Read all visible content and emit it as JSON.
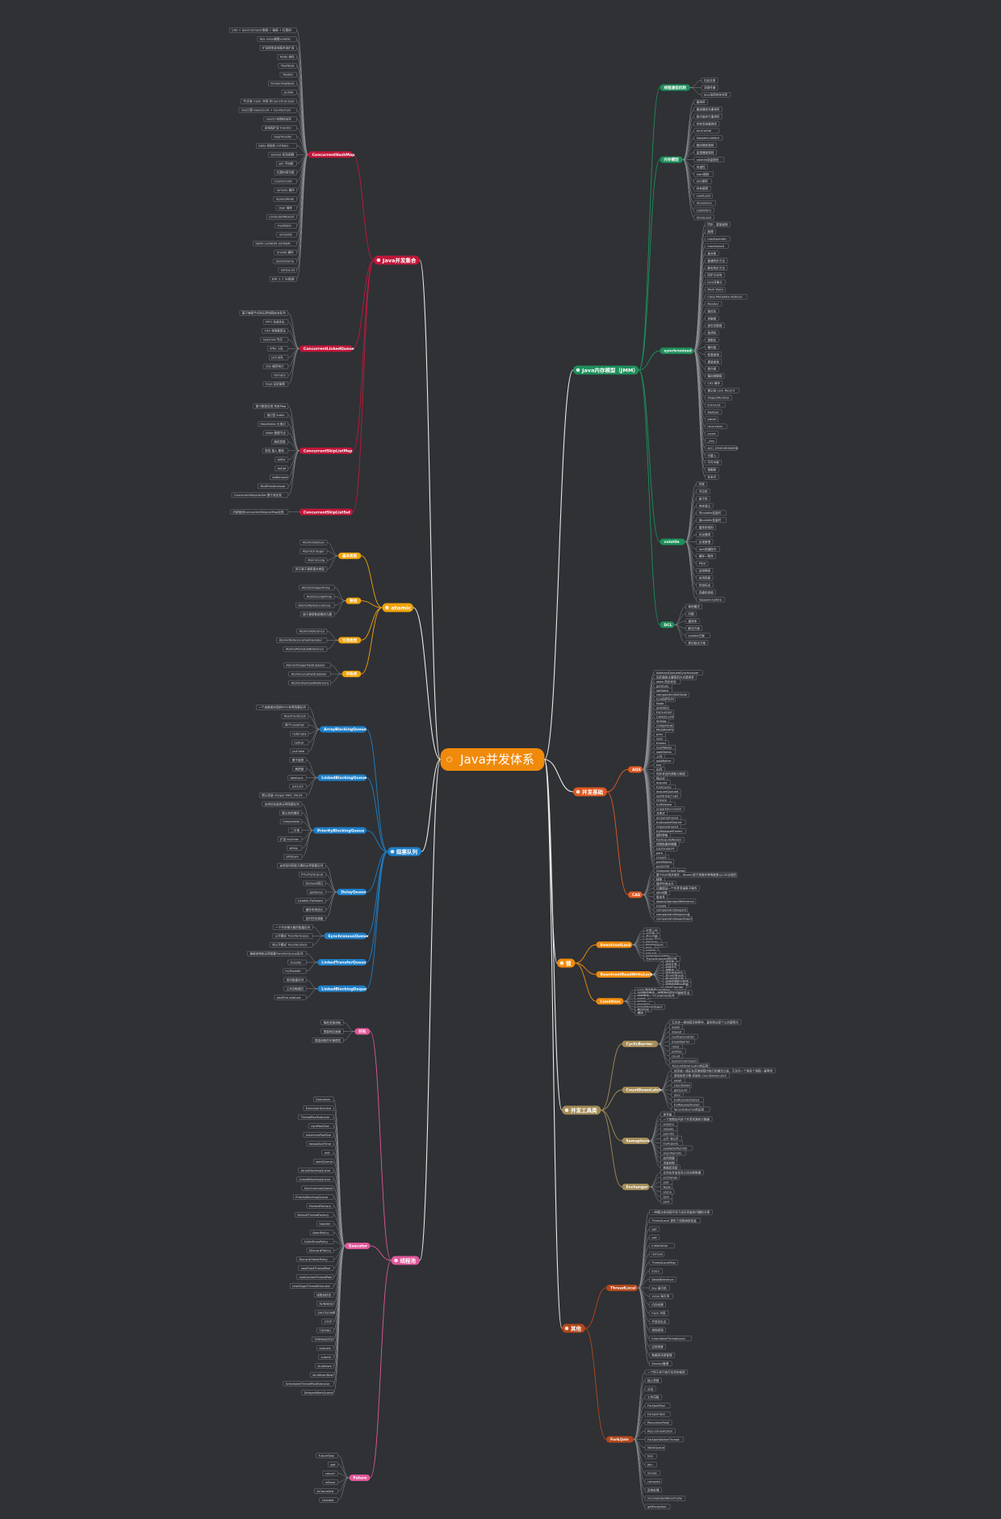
{
  "center": {
    "label": "Java并发体系",
    "color": "#f08a0b"
  },
  "branches": [
    {
      "id": "b1",
      "label": "Java并发集合",
      "side": "left",
      "color": "#c2173b",
      "subs": [
        {
          "label": "ConcurrentHashMap",
          "leaves": [
            "CAS + Synchronized 数组 + 链表 + 红黑树",
            "Key value都是volatile",
            "扩容使用多线程并发扩容",
            "Node 树化",
            "TreeNode",
            "TreeBin",
            "ForwardingNode",
            "putVal",
            "节点有 hash 冲突 则 synchronized",
            "size计算 baseCount + CounterCell",
            "sizeCtl 控制标志符",
            "多线程扩容 transfer",
            "helpTransfer",
            "table 初始化 initTable",
            "spread 扰动函数",
            "get 不加锁",
            "红黑树读写锁",
            "counterCells",
            "remove 操作",
            "replaceNode",
            "clear 操作",
            "computeIfAbsent",
            "treeifyBin",
            "untreeify",
            "tabAt casTabAt setTabAt",
            "Unsafe 操作",
            "resizeStamp",
            "addCount",
            "JDK 1.7 分段锁"
          ]
        },
        {
          "label": "ConcurrentLinkedQueue",
          "leaves": [
            "基于链接节点的无界线程安全队列",
            "FIFO 先进先出",
            "CAS 非阻塞算法",
            "head tail 节点",
            "offer 入队",
            "poll 出队",
            "size 遍历统计",
            "isEmpty",
            "hops 延迟更新"
          ]
        },
        {
          "label": "ConcurrentSkipListMap",
          "leaves": [
            "基于跳表实现 有序Map",
            "索引层 Index",
            "HeadIndex 头索引",
            "Node 数据节点",
            "随机层数",
            "查找 插入 删除",
            "doPut",
            "doGet",
            "doRemove",
            "findPredecessor",
            "ConcurrentSkipListSet 基于其实现"
          ]
        },
        {
          "label": "ConcurrentSkipListSet",
          "leaves": [
            "内部使用ConcurrentSkipListMap实现"
          ]
        }
      ]
    },
    {
      "id": "b2",
      "label": "atomic",
      "side": "left",
      "color": "#f0a30a",
      "subs": [
        {
          "label": "基本类型",
          "leaves": [
            "AtomicBoolean",
            "AtomicInteger",
            "AtomicLong",
            "用于原子更新基本类型"
          ]
        },
        {
          "label": "数组",
          "leaves": [
            "AtomicIntegerArray",
            "AtomicLongArray",
            "AtomicReferenceArray",
            "原子更新数组里的元素"
          ]
        },
        {
          "label": "引用类型",
          "leaves": [
            "AtomicReference",
            "AtomicReferenceFieldUpdater",
            "AtomicMarkableReference"
          ]
        },
        {
          "label": "字段类",
          "leaves": [
            "AtomicIntegerFieldUpdater",
            "AtomicLongFieldUpdater",
            "AtomicStampedReference"
          ]
        }
      ]
    },
    {
      "id": "b3",
      "label": "阻塞队列",
      "side": "left",
      "color": "#1f7fc8",
      "subs": [
        {
          "label": "ArrayBlockingQueue",
          "leaves": [
            "一个由数组实现的FIFO有界阻塞队列",
            "ReentrantLock",
            "两个Condition",
            "notEmpty",
            "notFull",
            "put take"
          ]
        },
        {
          "label": "LinkedBlockingQueue",
          "leaves": [
            "基于链表",
            "两把锁",
            "takeLock",
            "putLock",
            "默认容量 Integer.MAX_VALUE"
          ]
        },
        {
          "label": "PriorityBlockingQueue",
          "leaves": [
            "支持优先级的无界阻塞队列",
            "默认自然顺序",
            "Comparator",
            "二叉堆",
            "扩容 tryGrow",
            "siftUp",
            "siftDown"
          ]
        },
        {
          "label": "DelayQueue",
          "leaves": [
            "支持延时获取元素的无界阻塞队列",
            "PriorityQueue",
            "Delayed接口",
            "getDelay",
            "Leader-Follower",
            "缓存系统设计",
            "定时任务调度"
          ]
        },
        {
          "label": "SynchronousQueue",
          "leaves": [
            "一个不存储元素的阻塞队列",
            "公平模式 TransferQueue",
            "非公平模式 TransferStack"
          ]
        },
        {
          "label": "LinkedTransferQueue",
          "leaves": [
            "链表结构的无界阻塞TransferQueue队列",
            "transfer",
            "tryTransfer"
          ]
        },
        {
          "label": "LinkedBlockingDeque",
          "leaves": [
            "双向阻塞队列",
            "工作窃取模式",
            "addFirst addLast"
          ]
        }
      ]
    },
    {
      "id": "b4",
      "label": "线程池",
      "side": "left",
      "color": "#e0589a",
      "subs": [
        {
          "label": "好处",
          "leaves": [
            "降低资源消耗",
            "提高响应速度",
            "提高线程的可管理性"
          ]
        },
        {
          "label": "Executor",
          "leaves": [
            "Executors",
            "ExecutorService",
            "ThreadPoolExecutor",
            "corePoolSize",
            "maximumPoolSize",
            "keepAliveTime",
            "unit",
            "workQueue",
            "ArrayBlockingQueue",
            "LinkedBlockingQueue",
            "SynchronousQueue",
            "PriorityBlockingQueue",
            "threadFactory",
            "DefaultThreadFactory",
            "handler",
            "AbortPolicy",
            "CallerRunsPolicy",
            "DiscardPolicy",
            "DiscardOldestPolicy",
            "newFixedThreadPool",
            "newCachedThreadPool",
            "newSingleThreadExecutor",
            "线程池状态",
            "RUNNING",
            "SHUTDOWN",
            "STOP",
            "TIDYING",
            "TERMINATED",
            "execute",
            "submit",
            "shutdown",
            "shutdownNow",
            "ScheduledThreadPoolExecutor",
            "DelayedWorkQueue"
          ]
        },
        {
          "label": "Future",
          "leaves": [
            "FutureTask",
            "get",
            "cancel",
            "isDone",
            "isCancelled",
            "Callable"
          ]
        }
      ]
    },
    {
      "id": "b5",
      "label": "Java内存模型（JMM）",
      "side": "right",
      "color": "#1e8f5a",
      "subs": [
        {
          "label": "线程通信机制",
          "leaves": [
            "内存共享",
            "消息传递",
            "Java采用内存共享"
          ]
        },
        {
          "label": "内存模型",
          "leaves": [
            "重排序",
            "编译器优化重排序",
            "指令级并行重排序",
            "内存系统重排序",
            "as-if-serial",
            "happens-before",
            "程序顺序规则",
            "监视器锁规则",
            "volatile变量规则",
            "传递性",
            "start规则",
            "join规则",
            "内存屏障",
            "LoadLoad",
            "StoreStore",
            "LoadStore",
            "StoreLoad"
          ]
        },
        {
          "label": "synchronized",
          "leaves": [
            "同步、重量级锁",
            "原理",
            "monitorenter",
            "monitorexit",
            "锁对象",
            "普通同步方法",
            "静态同步方法",
            "同步方法块",
            "Java对象头",
            "Mark Word",
            "Class Metadata Address",
            "Monitor",
            "锁优化",
            "自旋锁",
            "适应自旋锁",
            "锁消除",
            "锁粗化",
            "偏向锁",
            "轻量级锁",
            "重量级锁",
            "锁升级",
            "偏向锁撤销",
            "CAS 操作",
            "锁记录 Lock Record",
            "ObjectMonitor",
            "EntryList",
            "WaitSet",
            "owner",
            "recursions",
            "count",
            "_cxq",
            "ACC_SYNCHRONIZED",
            "可重入",
            "不可中断",
            "锁膨胀",
            "安全点"
          ]
        },
        {
          "label": "volatile",
          "leaves": [
            "特性",
            "可见性",
            "原子性",
            "内存语义",
            "写volatile变量时",
            "读volatile变量时",
            "重排序规则",
            "内存屏障",
            "实现原理",
            "lock前缀指令",
            "缓存一致性",
            "MESI",
            "总线嗅探",
            "应用场景",
            "状态标志",
            "双重检查锁",
            "happens-before"
          ]
        },
        {
          "label": "DCL",
          "leaves": [
            "单例模式",
            "问题",
            "重排序",
            "解决方案",
            "volatile方案",
            "类初始化方案"
          ]
        }
      ]
    },
    {
      "id": "b6",
      "label": "并发基础",
      "side": "right",
      "color": "#e05a22",
      "subs": [
        {
          "label": "AQS",
          "leaves": [
            "AbstractQueuedSynchronizer",
            "同步器的主要使用方式是继承",
            "state 同步状态",
            "getState",
            "setState",
            "compareAndSetState",
            "CLH同步队列",
            "Node",
            "SHARED",
            "EXCLUSIVE",
            "CANCELLED",
            "SIGNAL",
            "CONDITION",
            "PROPAGATE",
            "prev",
            "next",
            "thread",
            "nextWaiter",
            "waitStatus",
            "入列",
            "addWaiter",
            "enq",
            "出列",
            "同步状态的获取与释放",
            "独占式",
            "acquire",
            "tryAcquire",
            "acquireQueued",
            "selfInterrupt",
            "release",
            "tryRelease",
            "unparkSuccessor",
            "共享式",
            "acquireShared",
            "tryAcquireShared",
            "releaseShared",
            "tryReleaseShared",
            "超时获取",
            "tryAcquireNanos",
            "线程阻塞和唤醒",
            "LockSupport",
            "park",
            "unpark",
            "parkNanos",
            "parkUntil"
          ]
        },
        {
          "label": "CAS",
          "leaves": [
            "Compare And Swap",
            "整个AQS同步组件、Atomic原子类操作等等都是以CAS实现的",
            "缺陷",
            "循环时间太长",
            "只能保证一个共享变量原子操作",
            "ABA问题",
            "版本号",
            "AtomicStampedReference",
            "Unsafe",
            "compareAndSwapInt",
            "compareAndSwapLong",
            "compareAndSwapObject"
          ]
        }
      ]
    },
    {
      "id": "b7",
      "label": "锁",
      "side": "right",
      "color": "#f08a0b",
      "subs": [
        {
          "label": "ReentrantLock",
          "leaves": [
            "可重入锁",
            "公平锁",
            "非公平锁",
            "Sync",
            "FairSync",
            "NonfairSync",
            "lock",
            "unlock",
            "tryLock",
            "lockInterruptibly",
            "与synchronized的区别"
          ]
        },
        {
          "label": "ReentrantReadWriteLock",
          "leaves": [
            "读写锁",
            "读锁共享",
            "写锁互斥",
            "锁降级",
            "读写状态设计",
            "高16位表示读",
            "低16位表示写",
            "写锁的获取与释放",
            "读锁的获取与释放",
            "HoldCounter"
          ]
        },
        {
          "label": "Condition",
          "leaves": [
            "Lock 提供条件Condition",
            "对线程的等待、唤醒操作更加详细和灵活",
            "内部维护一个Condition队列",
            "await",
            "signal",
            "signalAll",
            "ConditionObject",
            "等待队列",
            "通知"
          ]
        }
      ]
    },
    {
      "id": "b8",
      "label": "并发工具类",
      "side": "right",
      "color": "#a58c57",
      "subs": [
        {
          "label": "CyclicBarrier",
          "leaves": [
            "它允许一组线程互相等待，直到到达某个公共屏障点",
            "await",
            "dowait",
            "nextGeneration",
            "breakBarrier",
            "reset",
            "parties",
            "count",
            "barrierCommand",
            "与CountDownLatch的区别"
          ]
        },
        {
          "label": "CountDownLatch",
          "leaves": [
            "在完成一组正在其他线程中执行的操作之前，它允许一个或多个线程一直等待",
            "用给定的计数 初始化 CountDownLatch",
            "await",
            "countDown",
            "getCount",
            "Sync",
            "tryAcquireShared",
            "tryReleaseShared",
            "与CyclicBarrier的区别"
          ]
        },
        {
          "label": "Semaphore",
          "leaves": [
            "信号量",
            "一个控制访问多个共享资源的计数器",
            "acquire",
            "release",
            "permits",
            "公平 非公平",
            "tryAcquire",
            "availablePermits",
            "drainPermits",
            "应用场景",
            "流量控制",
            "数据库连接"
          ]
        },
        {
          "label": "Exchanger",
          "leaves": [
            "允许在并发任务之间交换数据",
            "exchange",
            "Slot",
            "Node",
            "arena",
            "spin",
            "park"
          ]
        }
      ]
    },
    {
      "id": "b9",
      "label": "其他",
      "side": "right",
      "color": "#b4471b",
      "subs": [
        {
          "label": "ThreadLocal",
          "leaves": [
            "一种解决多线程环境下成员变量的问题的方案",
            "ThreadLocal 提供了线程局部变量",
            "get",
            "set",
            "initialValue",
            "remove",
            "ThreadLocalMap",
            "Entry",
            "WeakReference",
            "key 弱引用",
            "value 强引用",
            "内存泄漏",
            "hash 冲突",
            "开放定址法",
            "线性探测",
            "InheritableThreadLocal",
            "应用场景",
            "数据库连接管理",
            "Session管理"
          ]
        },
        {
          "label": "Fork/Join",
          "leaves": [
            "一个用于并行执行任务的框架",
            "核心思想",
            "分治",
            "工作窃取",
            "ForkJoinPool",
            "ForkJoinTask",
            "RecursiveTask",
            "RecursiveAction",
            "ForkJoinWorkerThread",
            "WorkQueue",
            "fork",
            "join",
            "invoke",
            "compute",
            "异常处理",
            "isCompletedAbnormally",
            "getException"
          ]
        }
      ]
    }
  ]
}
